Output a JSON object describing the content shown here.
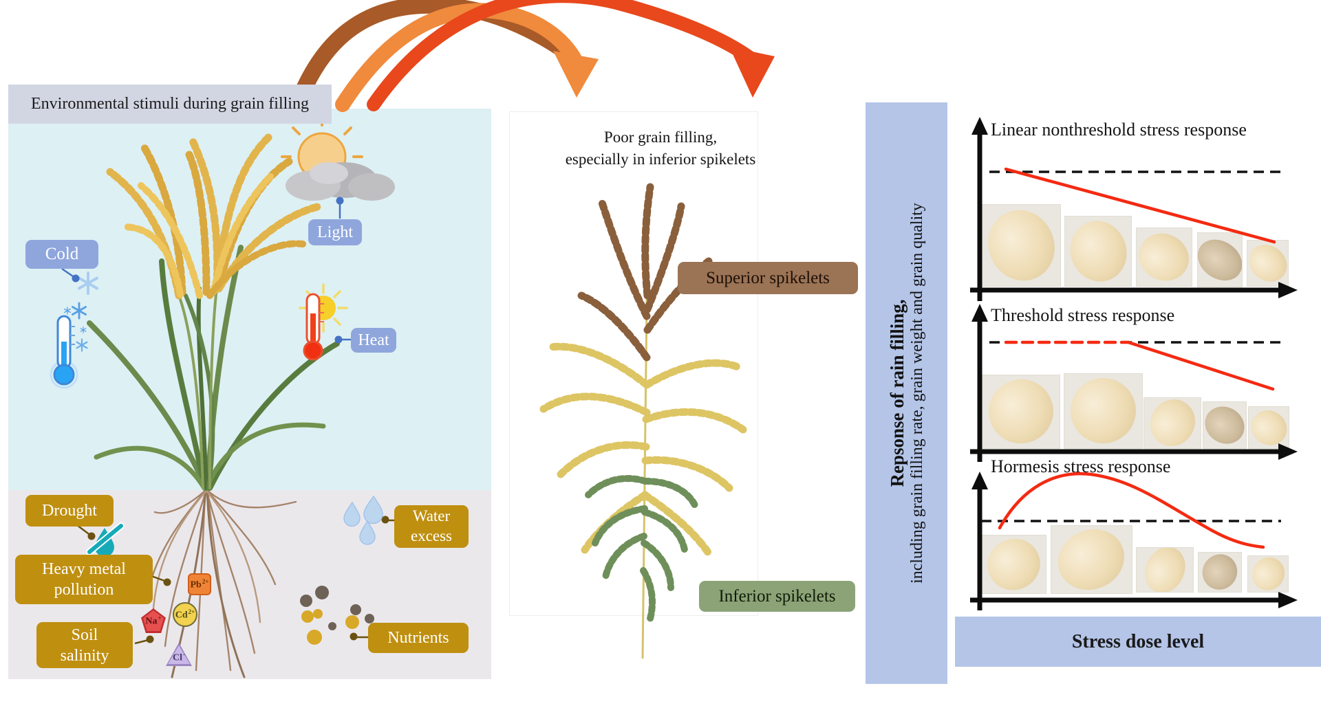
{
  "left_panel": {
    "title": "Environmental stimuli during grain filling",
    "aerial_stressors": [
      {
        "label": "Cold",
        "icon": "thermometer-cold-icon snowflakes-icon"
      },
      {
        "label": "Light",
        "icon": "sun-behind-clouds-icon"
      },
      {
        "label": "Heat",
        "icon": "thermometer-hot-icon sun-icon"
      }
    ],
    "soil_stressors": [
      {
        "label": "Drought",
        "icon": "no-water-drop-icon"
      },
      {
        "label": "Heavy metal pollution",
        "icon": "metal-ion-badges-icon"
      },
      {
        "label": "Soil salinity",
        "icon": "salt-ion-badges-icon"
      },
      {
        "label": "Water excess",
        "icon": "water-drops-icon"
      },
      {
        "label": "Nutrients",
        "icon": "nutrient-dots-icon"
      }
    ],
    "ion_badges": [
      {
        "symbol": "Pb",
        "charge": "2+"
      },
      {
        "symbol": "Cd",
        "charge": "2+"
      },
      {
        "symbol": "Na",
        "charge": "+"
      },
      {
        "symbol": "Cl",
        "charge": "-"
      }
    ]
  },
  "middle_panel": {
    "caption_line1": "Poor grain filling,",
    "caption_line2": "especially in inferior spikelets",
    "superior_label": "Superior spikelets",
    "inferior_label": "Inferior spikelets"
  },
  "right_panel": {
    "y_axis_title_bold": "Repsonse of rain filling,",
    "y_axis_title_detail": "including grain filling rate, grain weight and grain quality",
    "x_axis_label": "Stress dose level",
    "charts": [
      {
        "title": "Linear nonthreshold stress response",
        "red_curve": "linear decline from the control dashed line with increasing dose",
        "grain_count": 5,
        "grain_size_trend": "decreasing"
      },
      {
        "title": "Threshold stress response",
        "red_curve": "flat along control dashed line, then decline beyond threshold",
        "grain_count": 5,
        "grain_size_trend": "stable then decreasing"
      },
      {
        "title": "Hormesis stress response",
        "red_curve": "rises above control dashed line at low dose, then declines below it",
        "grain_count": 5,
        "grain_size_trend": "increase then decreasing"
      }
    ]
  },
  "colors": {
    "sky": "#ddf0f4",
    "soil": "#ebe8ec",
    "title_bg": "#d2d6e3",
    "blue_chip": "#8fa6dc",
    "gold_chip": "#bf8f10",
    "superior_chip": "#9b7355",
    "inferior_chip": "#8ca377",
    "side_bar": "#b4c5e8",
    "red_line": "#f42a12",
    "arrow_brown": "#a85a28",
    "arrow_orange": "#f08a3c",
    "arrow_red": "#e8481c"
  }
}
